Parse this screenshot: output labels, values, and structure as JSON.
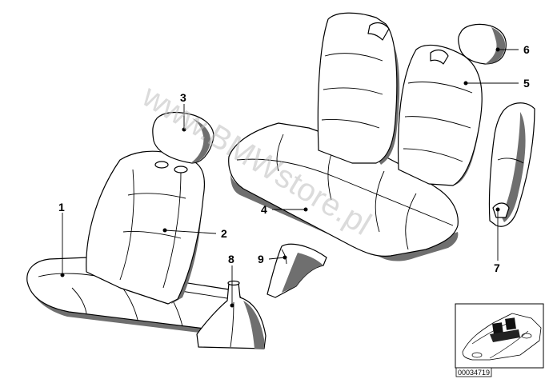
{
  "watermark": "www.BMWstore.pl",
  "callouts": [
    "1",
    "2",
    "3",
    "4",
    "5",
    "6",
    "7",
    "8",
    "9"
  ],
  "reference_number": "00034719",
  "colors": {
    "line": "#000000",
    "shadow": "#6f6f6f",
    "watermark": "#bdbdbd",
    "background": "#ffffff"
  }
}
